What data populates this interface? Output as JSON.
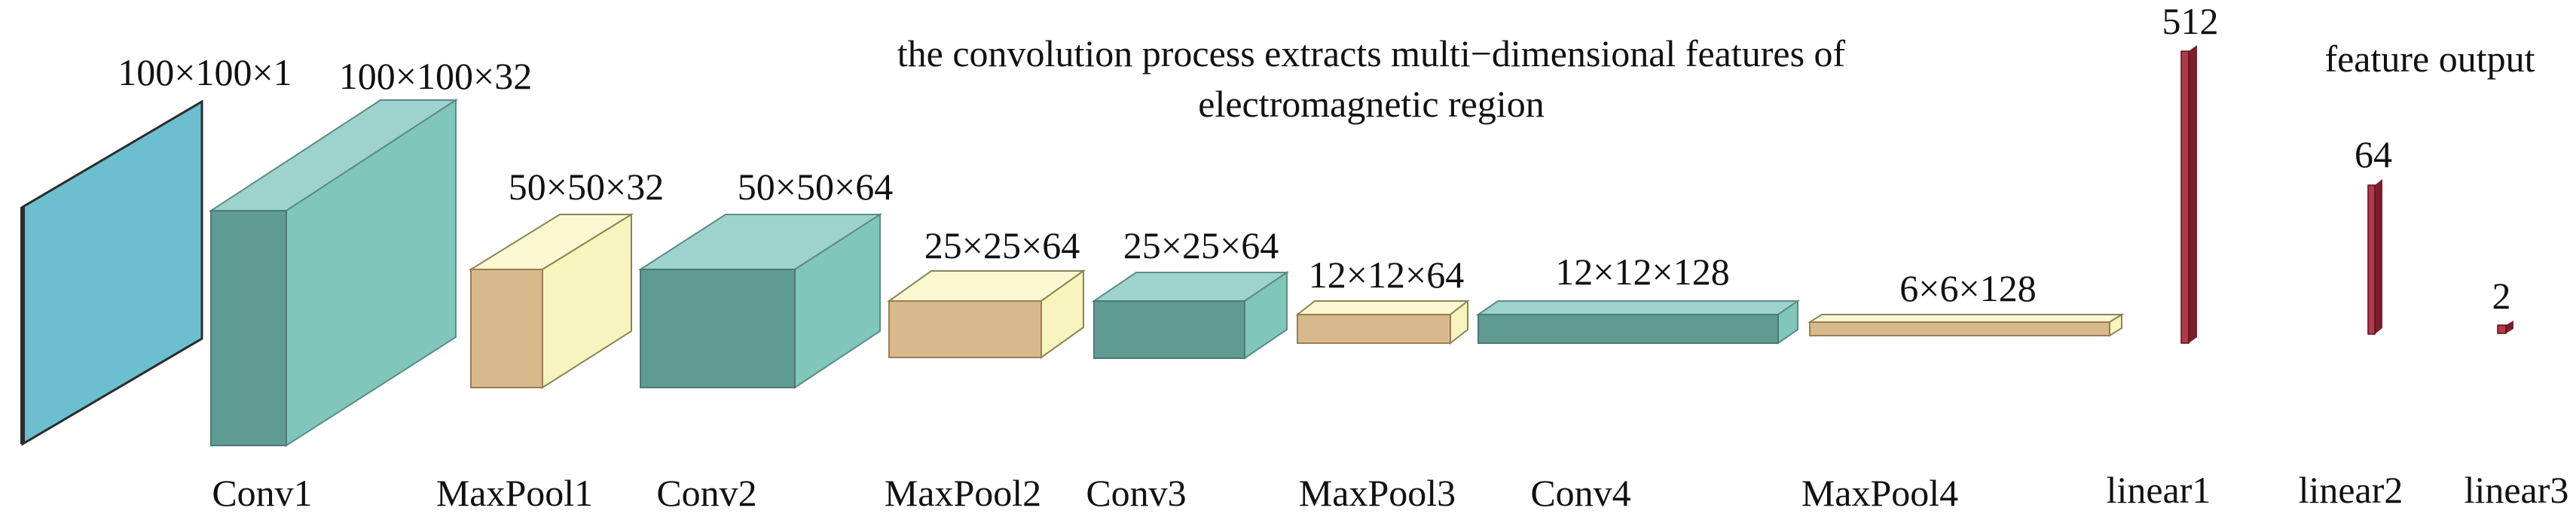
{
  "caption": {
    "line1": "the convolution process extracts multi−dimensional features of",
    "line2": "electromagnetic region"
  },
  "output_caption": "feature output",
  "colors": {
    "input": "#6bbfcf",
    "conv_front": "#5f9b93",
    "conv_side": "#80c6bb",
    "conv_top": "#9ed2cc",
    "pool_front": "#d8b98c",
    "pool_side": "#f7f4bd",
    "pool_top": "#fbf8d2",
    "linear": "#b03a48",
    "linear_side": "#7a1f2a",
    "edge": "#2b2b2b"
  },
  "layers": [
    {
      "id": "input",
      "dims": "100×100×1",
      "label": ""
    },
    {
      "id": "conv1",
      "dims": "100×100×32",
      "label": "Conv1"
    },
    {
      "id": "maxpool1",
      "dims": "50×50×32",
      "label": "MaxPool1"
    },
    {
      "id": "conv2",
      "dims": "50×50×64",
      "label": "Conv2"
    },
    {
      "id": "maxpool2",
      "dims": "25×25×64",
      "label": "MaxPool2"
    },
    {
      "id": "conv3",
      "dims": "25×25×64",
      "label": "Conv3"
    },
    {
      "id": "maxpool3",
      "dims": "12×12×64",
      "label": "MaxPool3"
    },
    {
      "id": "conv4",
      "dims": "12×12×128",
      "label": "Conv4"
    },
    {
      "id": "maxpool4",
      "dims": "6×6×128",
      "label": "MaxPool4"
    },
    {
      "id": "linear1",
      "dims": "512",
      "label": "linear1"
    },
    {
      "id": "linear2",
      "dims": "64",
      "label": "linear2"
    },
    {
      "id": "linear3",
      "dims": "2",
      "label": "linear3"
    }
  ]
}
